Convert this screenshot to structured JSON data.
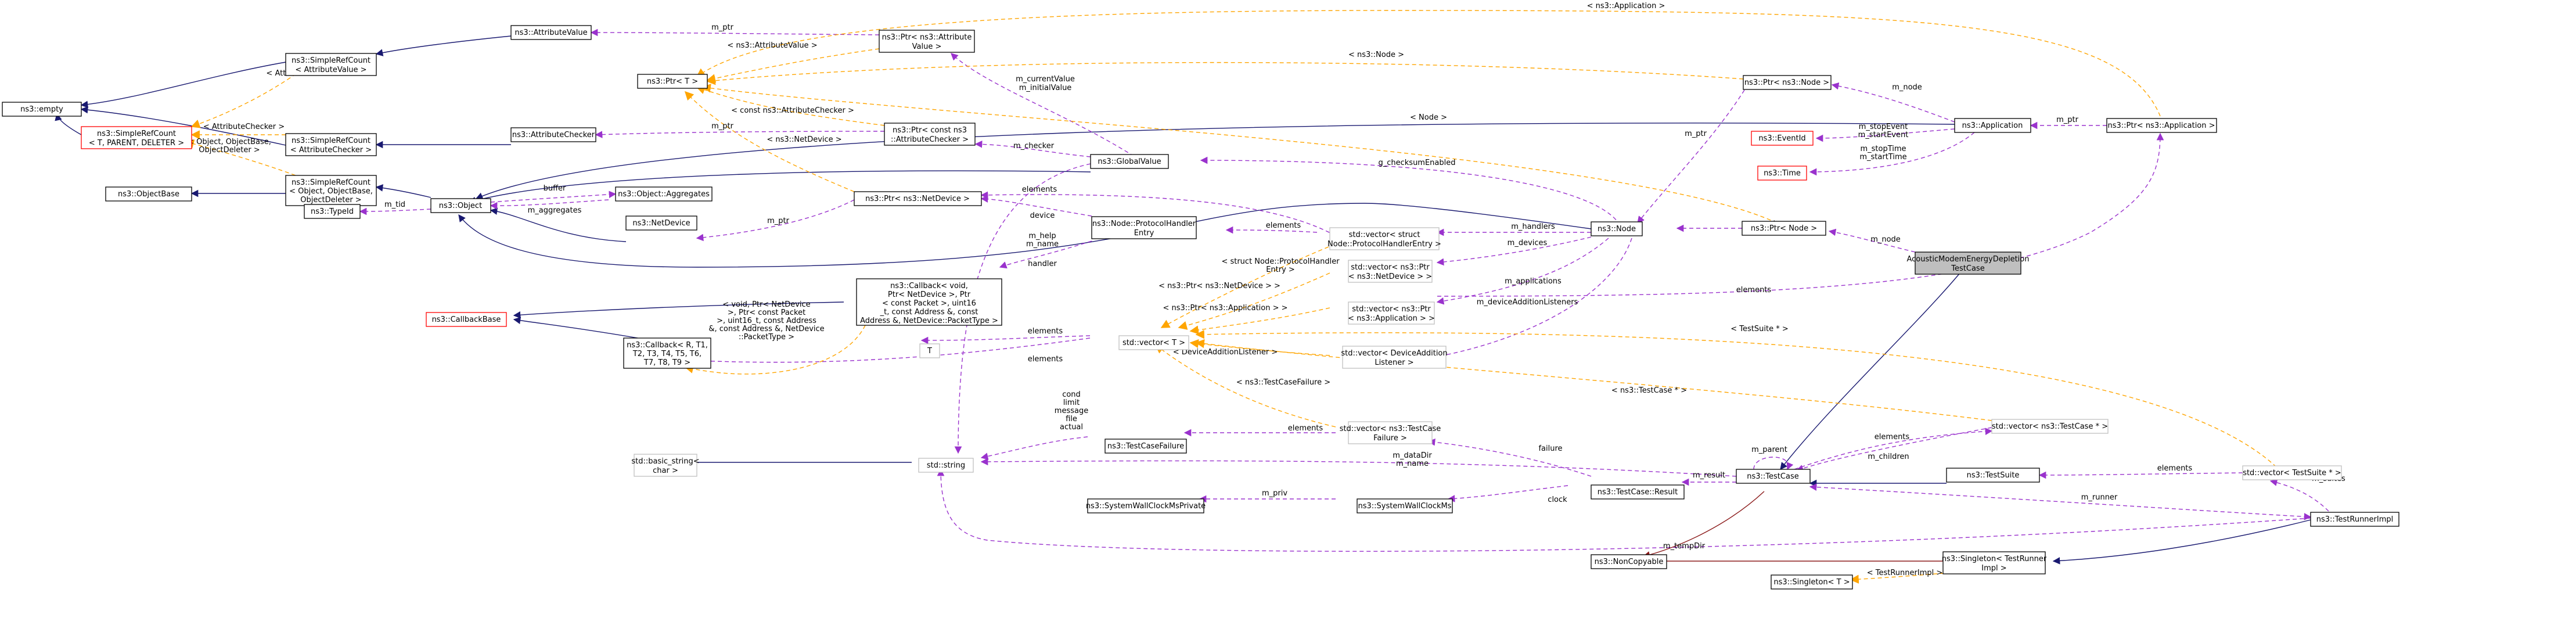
{
  "nodes": [
    {
      "id": "empty",
      "lines": [
        "ns3::empty"
      ]
    },
    {
      "id": "srcAttrValue",
      "lines": [
        "ns3::SimpleRefCount",
        "< AttributeValue >"
      ]
    },
    {
      "id": "srcTemplate",
      "lines": [
        "ns3::SimpleRefCount",
        "< T, PARENT, DELETER >"
      ]
    },
    {
      "id": "srcAttrChecker",
      "lines": [
        "ns3::SimpleRefCount",
        "< AttributeChecker >"
      ]
    },
    {
      "id": "srcObject",
      "lines": [
        "ns3::SimpleRefCount",
        "< Object, ObjectBase,",
        "ObjectDeleter >"
      ]
    },
    {
      "id": "objectBase",
      "lines": [
        "ns3::ObjectBase"
      ]
    },
    {
      "id": "typeId",
      "lines": [
        "ns3::TypeId"
      ]
    },
    {
      "id": "object",
      "lines": [
        "ns3::Object"
      ]
    },
    {
      "id": "attrValue",
      "lines": [
        "ns3::AttributeValue"
      ]
    },
    {
      "id": "ptrT",
      "lines": [
        "ns3::Ptr< T >"
      ]
    },
    {
      "id": "attrChecker",
      "lines": [
        "ns3::AttributeChecker"
      ]
    },
    {
      "id": "ptrAttrValue",
      "lines": [
        "ns3::Ptr< ns3::Attribute",
        "Value >"
      ]
    },
    {
      "id": "ptrAttrChecker",
      "lines": [
        "ns3::Ptr< const ns3",
        "::AttributeChecker >"
      ]
    },
    {
      "id": "aggregates",
      "lines": [
        "ns3::Object::Aggregates"
      ]
    },
    {
      "id": "netDevice",
      "lines": [
        "ns3::NetDevice"
      ]
    },
    {
      "id": "ptrNetDevice",
      "lines": [
        "ns3::Ptr< ns3::NetDevice >"
      ]
    },
    {
      "id": "globalValue",
      "lines": [
        "ns3::GlobalValue"
      ]
    },
    {
      "id": "protoHandlerEntry",
      "lines": [
        "ns3::Node::ProtocolHandler",
        "Entry"
      ]
    },
    {
      "id": "callbackBase",
      "lines": [
        "ns3::CallbackBase"
      ]
    },
    {
      "id": "callbackT",
      "lines": [
        "ns3::Callback< R, T1,",
        "T2, T3, T4, T5, T6,",
        "T7, T8, T9 >"
      ]
    },
    {
      "id": "callbackVoid",
      "lines": [
        "ns3::Callback< void,",
        "Ptr< NetDevice >, Ptr",
        "< const Packet >, uint16",
        "_t, const Address &, const",
        "Address &, NetDevice::PacketType >"
      ]
    },
    {
      "id": "T",
      "lines": [
        "T"
      ]
    },
    {
      "id": "basicString",
      "lines": [
        "std::basic_string<",
        "char >"
      ]
    },
    {
      "id": "stdString",
      "lines": [
        "std::string"
      ]
    },
    {
      "id": "testCaseFailure",
      "lines": [
        "ns3::TestCaseFailure"
      ]
    },
    {
      "id": "swcmPrivate",
      "lines": [
        "ns3::SystemWallClockMsPrivate"
      ]
    },
    {
      "id": "swcm",
      "lines": [
        "ns3::SystemWallClockMs"
      ]
    },
    {
      "id": "vectorT",
      "lines": [
        "std::vector< T >"
      ]
    },
    {
      "id": "vecProtoHandler",
      "lines": [
        "std::vector< struct",
        "Node::ProtocolHandlerEntry >"
      ]
    },
    {
      "id": "vecNetDevice",
      "lines": [
        "std::vector< ns3::Ptr",
        "< ns3::NetDevice > >"
      ]
    },
    {
      "id": "vecApplication",
      "lines": [
        "std::vector< ns3::Ptr",
        "< ns3::Application > >"
      ]
    },
    {
      "id": "vecDevAddListener",
      "lines": [
        "std::vector< DeviceAddition",
        "Listener >"
      ]
    },
    {
      "id": "vecTestCaseFailure",
      "lines": [
        "std::vector< ns3::TestCase",
        "Failure >"
      ]
    },
    {
      "id": "testCaseResult",
      "lines": [
        "ns3::TestCase::Result"
      ]
    },
    {
      "id": "nonCopyable",
      "lines": [
        "ns3::NonCopyable"
      ]
    },
    {
      "id": "node",
      "lines": [
        "ns3::Node"
      ]
    },
    {
      "id": "ptrNode",
      "lines": [
        "ns3::Ptr< ns3::Node >"
      ]
    },
    {
      "id": "ptrNode2",
      "lines": [
        "ns3::Ptr< Node >"
      ]
    },
    {
      "id": "eventId",
      "lines": [
        "ns3::EventId"
      ]
    },
    {
      "id": "time",
      "lines": [
        "ns3::Time"
      ]
    },
    {
      "id": "application",
      "lines": [
        "ns3::Application"
      ]
    },
    {
      "id": "ptrApplication",
      "lines": [
        "ns3::Ptr< ns3::Application >"
      ]
    },
    {
      "id": "acoustic",
      "lines": [
        "AcousticModemEnergyDepletion",
        "TestCase"
      ]
    },
    {
      "id": "testCase",
      "lines": [
        "ns3::TestCase"
      ]
    },
    {
      "id": "vecTestCasePtr",
      "lines": [
        "std::vector< ns3::TestCase * >"
      ]
    },
    {
      "id": "testSuite",
      "lines": [
        "ns3::TestSuite"
      ]
    },
    {
      "id": "vecTestSuitePtr",
      "lines": [
        "std::vector< TestSuite * >"
      ]
    },
    {
      "id": "singletonTRI",
      "lines": [
        "ns3::Singleton< TestRunner",
        "Impl >"
      ]
    },
    {
      "id": "singletonT",
      "lines": [
        "ns3::Singleton< T >"
      ]
    },
    {
      "id": "testRunnerImpl",
      "lines": [
        "ns3::TestRunnerImpl"
      ]
    }
  ],
  "edge_labels": {
    "m_ptr_attrValue": "m_ptr",
    "attrValueTmpl": "< AttributeValue >",
    "attrValueTmpl2": "< ns3::AttributeValue >",
    "attrCheckerTmpl": "< AttributeChecker >",
    "objBaseTmpl": "< Object, ObjectBase,",
    "objBaseTmpl2": "ObjectDeleter >",
    "constAttrChecker": "< const ns3::AttributeChecker >",
    "m_ptr_checker": "m_ptr",
    "nsNetDevice": "< ns3::NetDevice >",
    "nsApplication": "< ns3::Application >",
    "nsNode": "< ns3::Node >",
    "lNode": "< Node >",
    "m_currentValue": "m_currentValue",
    "m_initialValue": "m_initialValue",
    "m_checker": "m_checker",
    "m_tid": "m_tid",
    "buffer": "buffer",
    "m_aggregates": "m_aggregates",
    "m_ptr_netdev": "m_ptr",
    "elements1": "elements",
    "device": "device",
    "m_help": "m_help",
    "m_name": "m_name",
    "handler": "handler",
    "elements2": "elements",
    "structProto": "< struct Node::ProtocolHandler",
    "entry": "Entry >",
    "m_handlers": "m_handlers",
    "m_devices": "m_devices",
    "ptrNetDevTmpl": "< ns3::Ptr< ns3::NetDevice > >",
    "m_applications": "m_applications",
    "ptrAppTmpl": "< ns3::Ptr< ns3::Application > >",
    "m_devAddListeners": "m_deviceAdditionListeners",
    "g_checksum": "g_checksumEnabled",
    "m_ptr_node": "m_ptr",
    "m_node1": "m_node",
    "m_ptr_node2": "m_ptr",
    "m_node2": "m_node",
    "m_stopEvent": "m_stopEvent",
    "m_startEvent": "m_startEvent",
    "m_stopTime": "m_stopTime",
    "m_startTime": "m_startTime",
    "m_ptr_app": "m_ptr",
    "cbTmpl1": "< void, Ptr< NetDevice",
    "cbTmpl2": ">, Ptr< const Packet",
    "cbTmpl3": ">, uint16_t, const Address",
    "cbTmpl4": "&, const Address &, NetDevice",
    "cbTmpl5": "::PacketType >",
    "elements3": "elements",
    "elements4": "elements",
    "devAddListenerTmpl": "< DeviceAdditionListener >",
    "elements5": "elements",
    "testSuiteTmpl": "< TestSuite * >",
    "cond": "cond",
    "limit": "limit",
    "message": "message",
    "file": "file",
    "actual": "actual",
    "elements6": "elements",
    "testCaseFailureTmpl": "< ns3::TestCaseFailure >",
    "testCasePtrTmpl": "< ns3::TestCase * >",
    "failure": "failure",
    "m_dataDir": "m_dataDir",
    "m_name2": "m_name",
    "m_result": "m_result",
    "m_parent": "m_parent",
    "elements7": "elements",
    "m_children": "m_children",
    "m_priv": "m_priv",
    "clock": "clock",
    "m_runner": "m_runner",
    "elements8": "elements",
    "m_suites": "m_suites",
    "m_tempDir": "m_tempDir",
    "testRunnerImplTmpl": "< TestRunnerImpl >",
    "nsApplicationTop": "< ns3::Application >"
  },
  "colors": {
    "inheritance": "#191970",
    "usage": "#9a32cd",
    "template": "#ffa500",
    "private": "#8b1a1a",
    "undocumented": "#ff0000",
    "external": "#bfbfbf",
    "focus_fill": "#bfbfbf"
  }
}
